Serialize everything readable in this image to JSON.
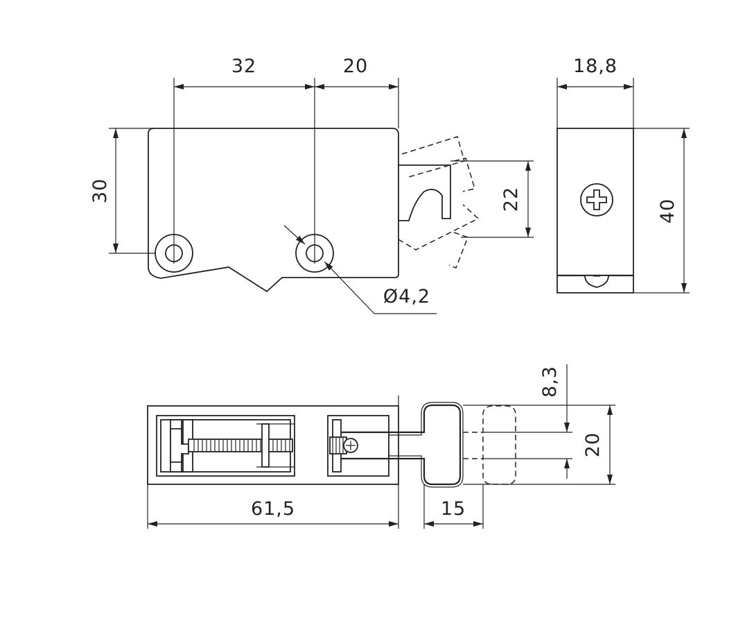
{
  "dimensions": {
    "side_width_left": "32",
    "side_width_right": "20",
    "end_width": "18,8",
    "side_height": "30",
    "arm_height": "22",
    "end_height": "40",
    "hole_diameter": "Ø4,2",
    "plan_length": "61,5",
    "plan_arm_length": "15",
    "plan_offset": "8,3",
    "plan_height": "20"
  },
  "colors": {
    "line": "#222222",
    "background": "#ffffff"
  }
}
